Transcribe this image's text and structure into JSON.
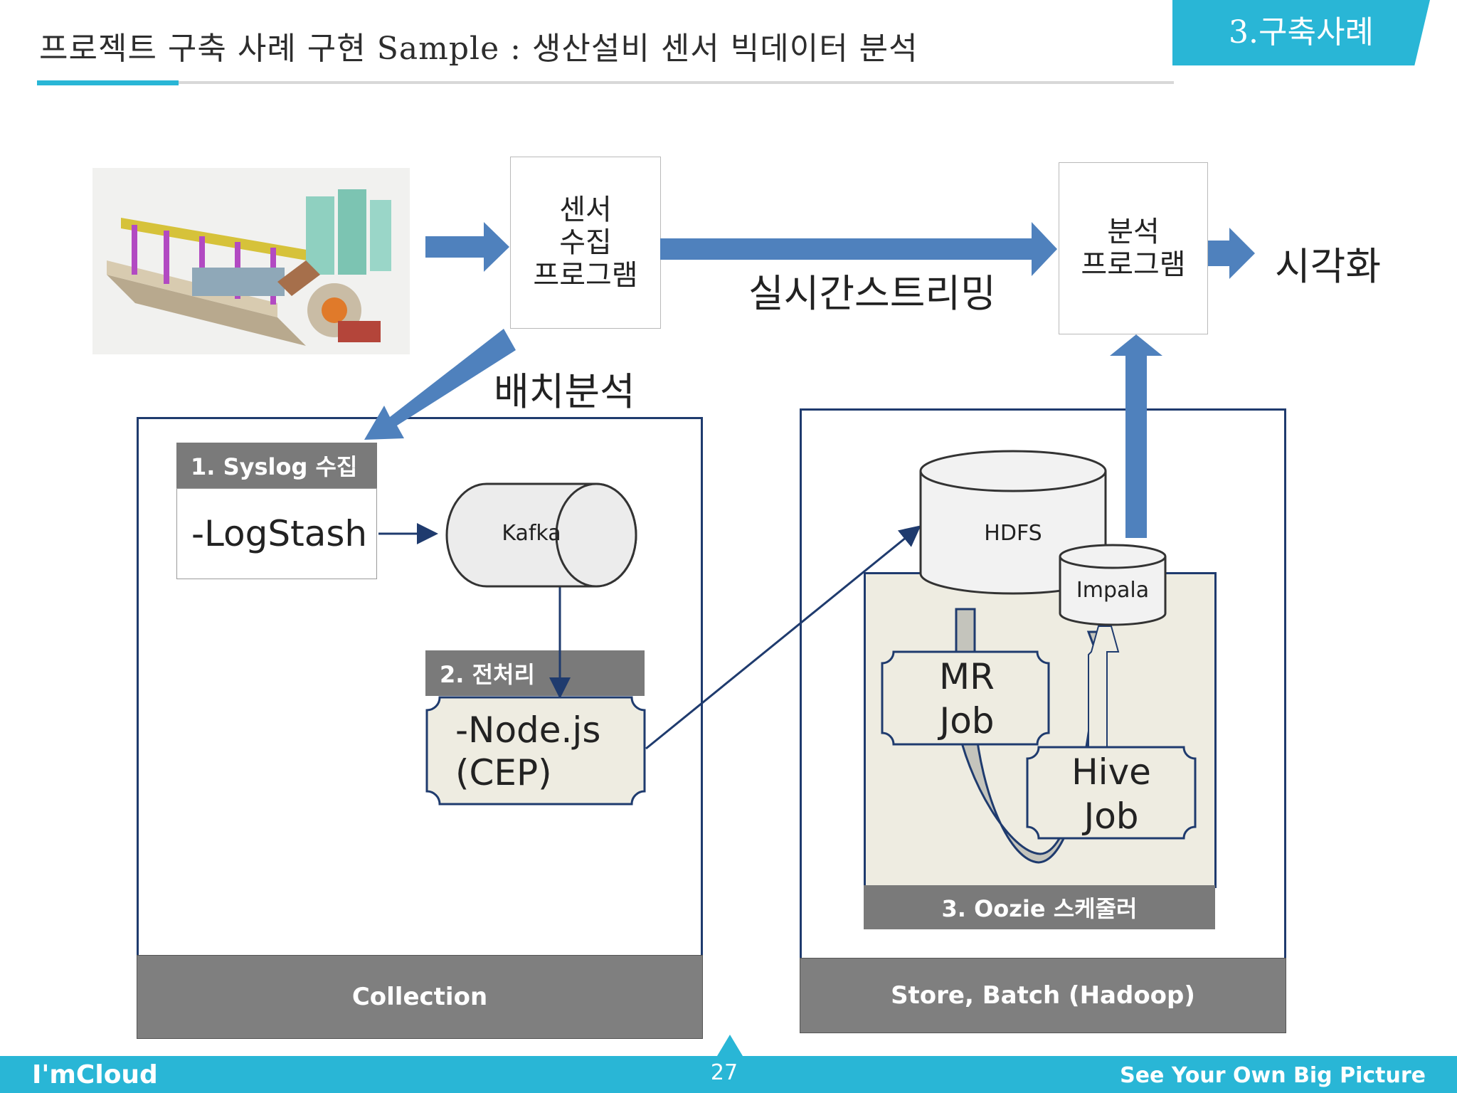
{
  "header": {
    "title": "프로젝트 구축 사례 구현 Sample : 생산설비 센서 빅데이터 분석",
    "section_tag": "3.구축사례"
  },
  "top_flow": {
    "factory_image": "factory-illustration",
    "sensor_program": [
      "센서",
      "수집",
      "프로그램"
    ],
    "analysis_program": [
      "분석",
      "프로그램"
    ],
    "realtime_label": "실시간스트리밍",
    "visualization_label": "시각화",
    "batch_label": "배치분석"
  },
  "collection": {
    "footer": "Collection",
    "step1_tab": "1. Syslog 수집",
    "step1_tool": "-LogStash",
    "queue": "Kafka",
    "step2_tab": "2. 전처리",
    "step2_tool_line1": "-Node.js",
    "step2_tool_line2": "(CEP)"
  },
  "store": {
    "footer": "Store, Batch (Hadoop)",
    "hdfs": "HDFS",
    "impala": "Impala",
    "mr_job": [
      "MR",
      "Job"
    ],
    "hive_job": [
      "Hive",
      "Job"
    ],
    "scheduler": "3. Oozie 스케줄러"
  },
  "footer": {
    "brand": "I'mCloud",
    "page": "27",
    "slogan": "See Your Own Big Picture"
  },
  "colors": {
    "accent": "#29b6d6",
    "arrow_blue": "#4f81bd",
    "panel_border": "#1f3b6e",
    "grey": "#7f7f7f",
    "beige": "#eeece1"
  }
}
